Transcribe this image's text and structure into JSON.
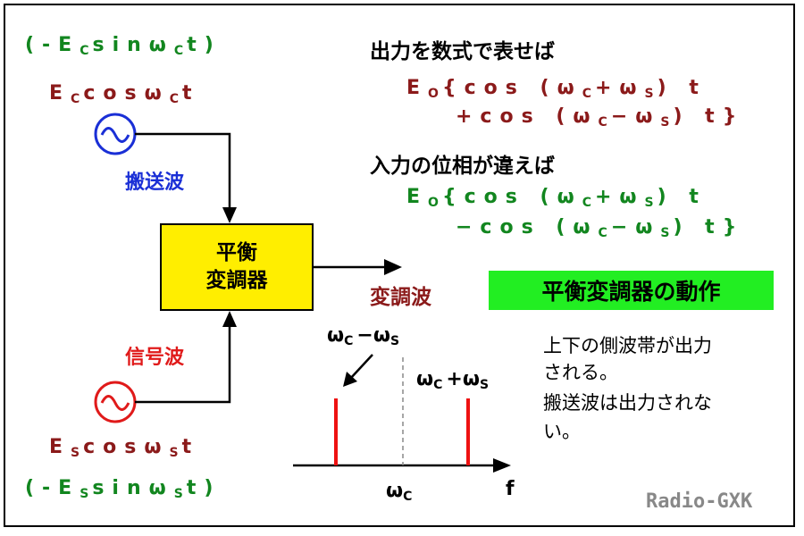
{
  "carrier": {
    "alt_formula": "(-E<sub>C</sub>sinω<sub>C</sub>t)",
    "formula": "E<sub>C</sub>cosω<sub>C</sub>t",
    "label": "搬送波"
  },
  "signal": {
    "label": "信号波",
    "formula": "E<sub>S</sub>cosω<sub>S</sub>t",
    "alt_formula": "(-E<sub>S</sub>sinω<sub>S</sub>t)"
  },
  "modulator": {
    "line1": "平衡",
    "line2": "変調器"
  },
  "output_label": "変調波",
  "right": {
    "heading1": "出力を数式で表せば",
    "eq1_line1": "E<sub>O</sub>{cos (ω<sub>C</sub>+ω<sub>S</sub>) t",
    "eq1_line2": "+cos (ω<sub>C</sub>−ω<sub>S</sub>) t}",
    "heading2": "入力の位相が違えば",
    "eq2_line1": "E<sub>O</sub>{cos (ω<sub>C</sub>+ω<sub>S</sub>) t",
    "eq2_line2": "−cos (ω<sub>C</sub>−ω<sub>S</sub>) t}"
  },
  "title_box": "平衡変調器の動作",
  "spectrum": {
    "lower_label": "ω<sub>C</sub>−ω<sub>S</sub>",
    "upper_label": "ω<sub>C</sub>+ω<sub>S</sub>",
    "center_label": "ω<sub>C</sub>",
    "axis_label": "f"
  },
  "notes": {
    "line1": "上下の側波帯が出力",
    "line2": "される。",
    "line3": "搬送波は出力されな",
    "line4": "い。"
  },
  "watermark": "Radio-GXK",
  "colors": {
    "green": "#12861f",
    "maroon": "#8b1a1a",
    "blue": "#1a2fd6",
    "red": "#e01a1a",
    "yellow": "#ffee00",
    "label_green": "#22ee22"
  },
  "icons": {
    "carrier_source": "ac-source-icon",
    "signal_source": "ac-source-icon"
  }
}
